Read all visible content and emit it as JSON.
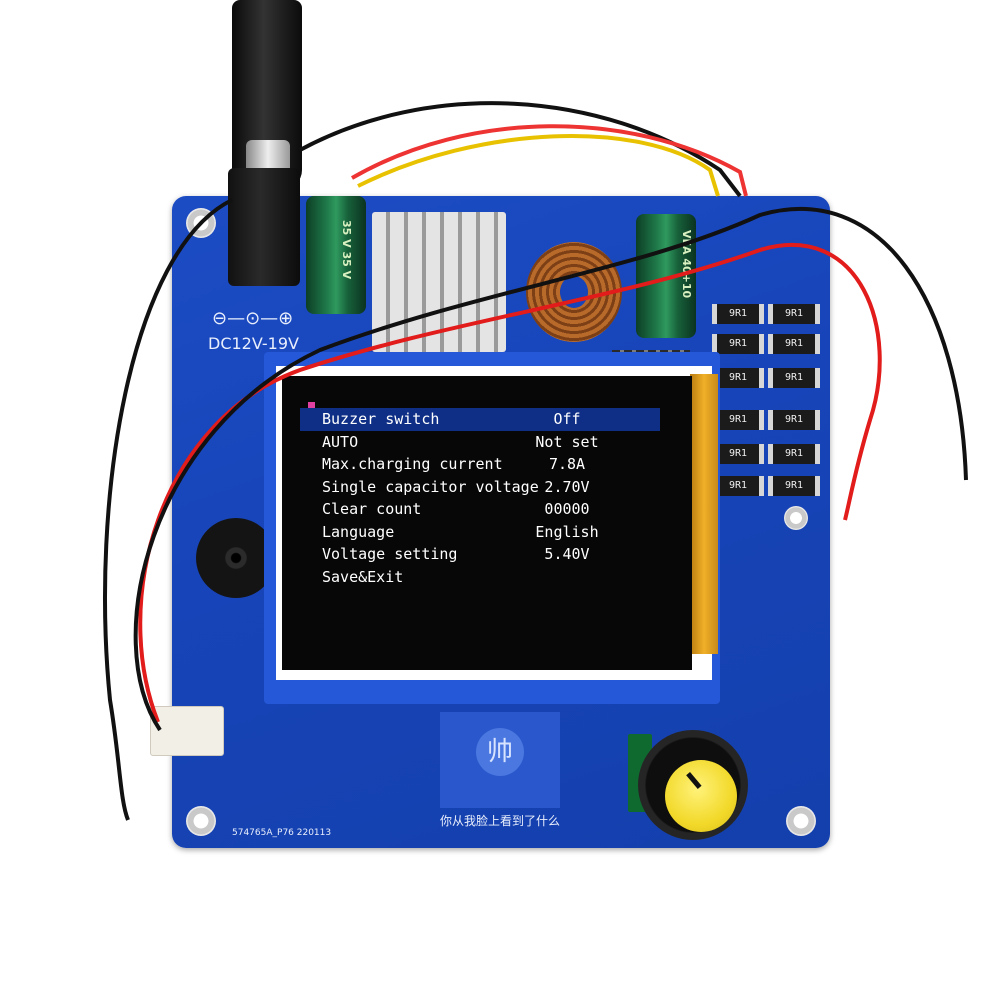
{
  "device": {
    "power_label": "DC12V-19V",
    "polarity_label": "⊖—⊙—⊕",
    "board_id": "574765A_P76  220113",
    "logo_char": "帅",
    "slogan": "你从我脸上看到了什么",
    "resistor_marking": "9R1",
    "colors": {
      "pcb": "#1744b8",
      "screen_bg": "#070707",
      "highlight": "#0f2f86",
      "knob_cap": "#f2d92a"
    }
  },
  "menu": {
    "items": [
      {
        "label": "Buzzer switch",
        "value": "Off",
        "selected": true
      },
      {
        "label": "AUTO",
        "value": "Not set"
      },
      {
        "label": "Max.charging current",
        "value": "7.8A"
      },
      {
        "label": "Single capacitor voltage",
        "value": "2.70V"
      },
      {
        "label": "Clear count",
        "value": "00000"
      },
      {
        "label": "Language",
        "value": "English"
      },
      {
        "label": "Voltage setting",
        "value": "5.40V"
      },
      {
        "label": "Save&Exit",
        "value": ""
      }
    ]
  }
}
